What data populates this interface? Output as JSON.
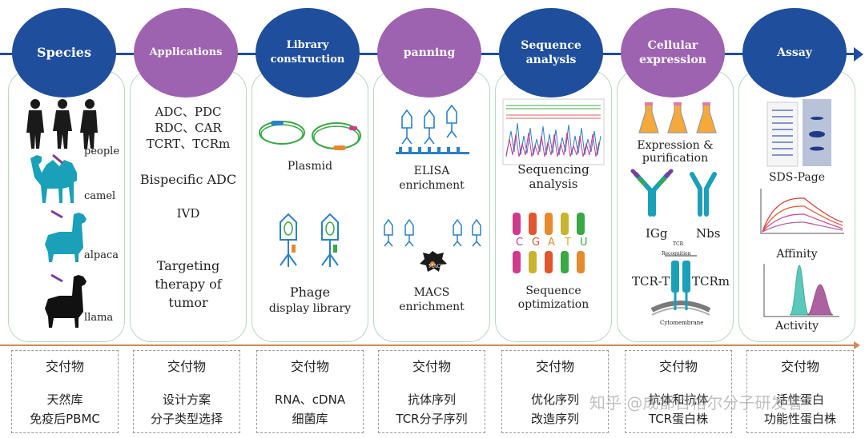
{
  "stages": [
    {
      "title": "Species",
      "color": "#1f4e9c"
    },
    {
      "title": "Applications",
      "color": "#9d62b0"
    },
    {
      "title": "Library construction",
      "color": "#1f4e9c"
    },
    {
      "title": "panning",
      "color": "#9d62b0"
    },
    {
      "title": "Sequence analysis",
      "color": "#1f4e9c"
    },
    {
      "title": "Cellular expression",
      "color": "#9d62b0"
    },
    {
      "title": "Assay",
      "color": "#1f4e9c"
    }
  ],
  "species": {
    "people": "people",
    "camel": "camel",
    "alpaca": "alpaca",
    "llama": "llama"
  },
  "applications": {
    "line1": "ADC、PDC",
    "line2": "RDC、CAR",
    "line3": "TCRT、TCRm",
    "bispecific": "Bispecific ADC",
    "ivd": "IVD",
    "targeting1": "Targeting",
    "targeting2": "therapy of",
    "targeting3": "tumor"
  },
  "library": {
    "plasmid": "Plasmid",
    "phage": "Phage",
    "display": "display library"
  },
  "panning": {
    "elisa1": "ELISA",
    "elisa2": "enrichment",
    "macs1": "MACS",
    "macs2": "enrichment",
    "bead": "MACS"
  },
  "sequence": {
    "seq1": "Sequencing",
    "seq2": "analysis",
    "opt1": "Sequence",
    "opt2": "optimization",
    "letters": [
      "C",
      "G",
      "A",
      "T",
      "U"
    ]
  },
  "cellular": {
    "exp1": "Expression &",
    "exp2": "purification",
    "igg": "IGg",
    "nbs": "Nbs",
    "tcrt": "TCR-T",
    "tcrm": "TCRm",
    "tcr_label": "TCR",
    "recognition": "Recognition",
    "membrane": "Cytomembrane"
  },
  "assay": {
    "sds": "SDS-Page",
    "affinity": "Affinity",
    "activity": "Activity"
  },
  "deliverables": [
    {
      "head": "交付物",
      "line1": "天然库",
      "line2": "免疫后PBMC"
    },
    {
      "head": "交付物",
      "line1": "设计方案",
      "line2": "分子类型选择"
    },
    {
      "head": "交付物",
      "line1": "RNA、cDNA",
      "line2": "细菌库"
    },
    {
      "head": "交付物",
      "line1": "抗体序列",
      "line2": "TCR分子序列"
    },
    {
      "head": "交付物",
      "line1": "优化序列",
      "line2": "改造序列"
    },
    {
      "head": "交付物",
      "line1": "抗体和抗体",
      "line2": "TCR蛋白株"
    },
    {
      "head": "交付物",
      "line1": "活性蛋白",
      "line2": "功能性蛋白株"
    }
  ],
  "watermark": {
    "text": "知乎 @成都百格尔分子研发者"
  },
  "colors": {
    "blue": "#1f4e9c",
    "purple": "#9d62b0",
    "teal": "#1aa0b8",
    "orange": "#d08a5a"
  }
}
